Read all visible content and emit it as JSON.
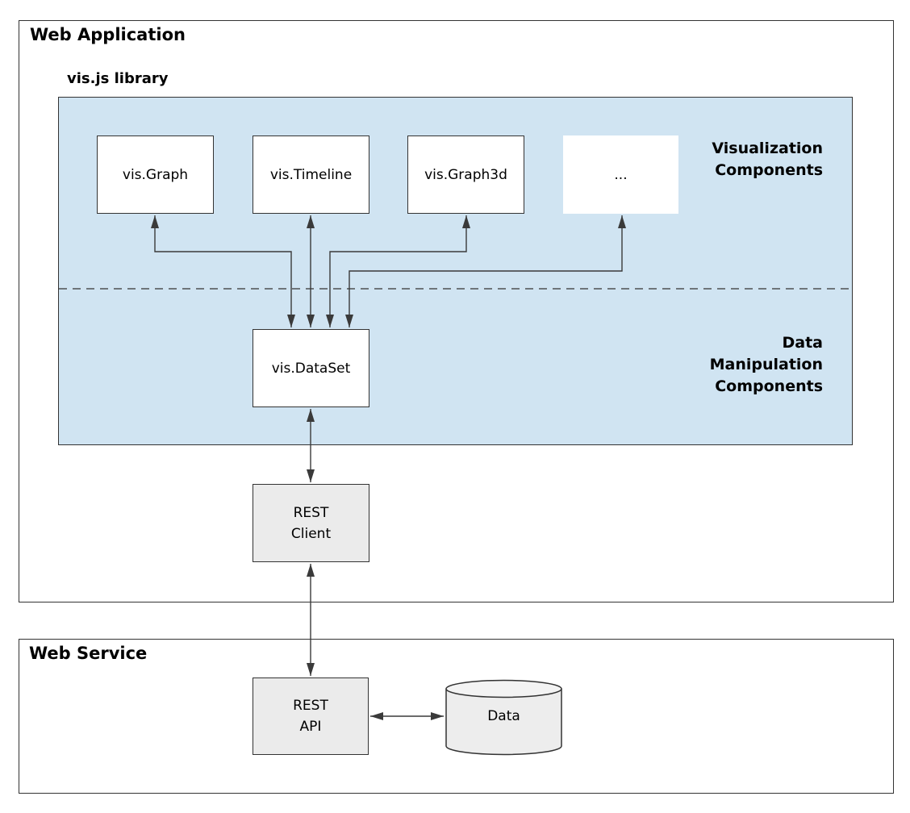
{
  "web_application": {
    "title": "Web Application",
    "visjs_library": {
      "title": "vis.js library",
      "visualization_components": [
        "vis.Graph",
        "vis.Timeline",
        "vis.Graph3d",
        "..."
      ],
      "visualization_label": [
        "Visualization",
        "Components"
      ],
      "data_manipulation_label": [
        "Data",
        "Manipulation",
        "Components"
      ],
      "dataset_label": "vis.DataSet"
    },
    "rest_client_label": [
      "REST",
      "Client"
    ]
  },
  "web_service": {
    "title": "Web Service",
    "rest_api_label": [
      "REST",
      "API"
    ],
    "data_store_label": "Data"
  },
  "colors": {
    "library_panel_bg": "#d0e4f2",
    "module_box_bg": "#ffffff",
    "external_box_bg": "#ebebeb",
    "cylinder_bg": "#ededed",
    "border": "#333333",
    "arrow": "#3a3a3a",
    "text": "#000000"
  }
}
